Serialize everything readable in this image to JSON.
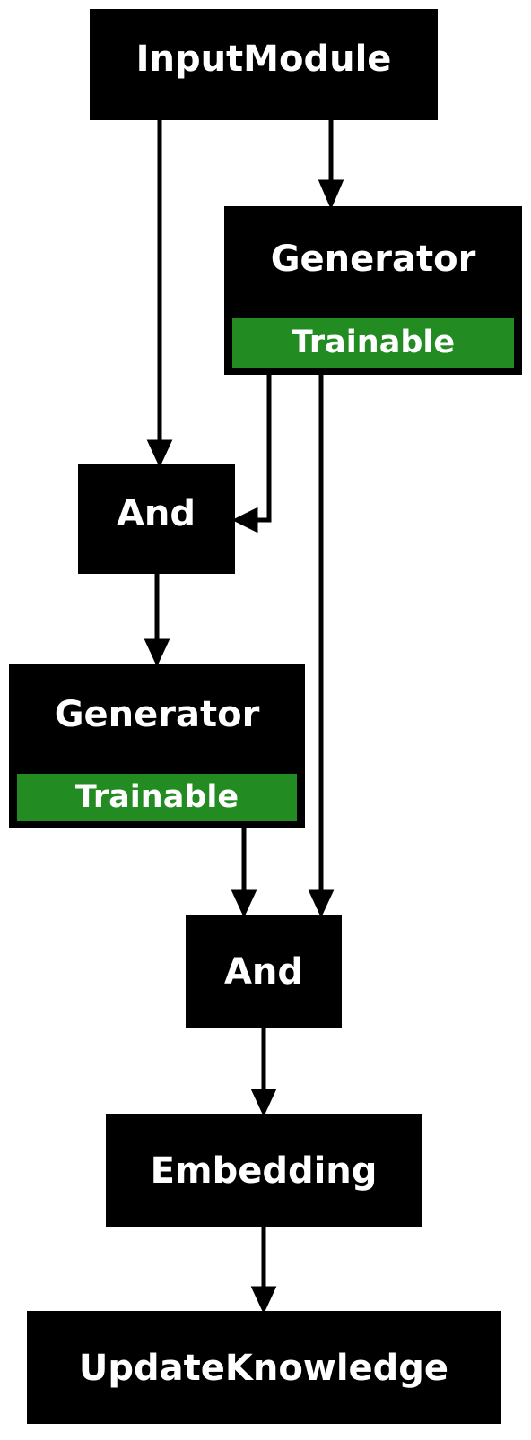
{
  "colors": {
    "node_fill": "#000000",
    "text": "#ffffff",
    "trainable_badge": "#228b22",
    "edge": "#000000"
  },
  "nodes": {
    "input_module": {
      "label": "InputModule"
    },
    "generator_1": {
      "label": "Generator",
      "badge": "Trainable"
    },
    "and_1": {
      "label": "And"
    },
    "generator_2": {
      "label": "Generator",
      "badge": "Trainable"
    },
    "and_2": {
      "label": "And"
    },
    "embedding": {
      "label": "Embedding"
    },
    "update_knowledge": {
      "label": "UpdateKnowledge"
    }
  }
}
